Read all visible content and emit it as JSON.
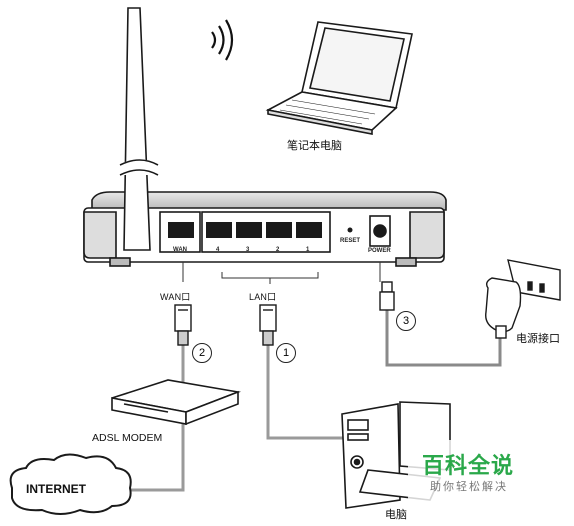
{
  "labels": {
    "laptop": "笔记本电脑",
    "wan_port": "WAN口",
    "lan_port": "LAN口",
    "power_interface": "电源接口",
    "modem": "ADSL MODEM",
    "internet": "INTERNET",
    "pc": "电脑"
  },
  "router_ports": {
    "wan": "WAN",
    "lan": [
      "4",
      "3",
      "2",
      "1"
    ],
    "reset": "RESET",
    "power": "POWER"
  },
  "steps": [
    "1",
    "2",
    "3"
  ],
  "watermark": {
    "title": "百科全说",
    "subtitle": "助你轻松解决"
  },
  "colors": {
    "cable": "#9a9a9a",
    "outline": "#1a1a1a",
    "watermark": "#2aa84a"
  }
}
